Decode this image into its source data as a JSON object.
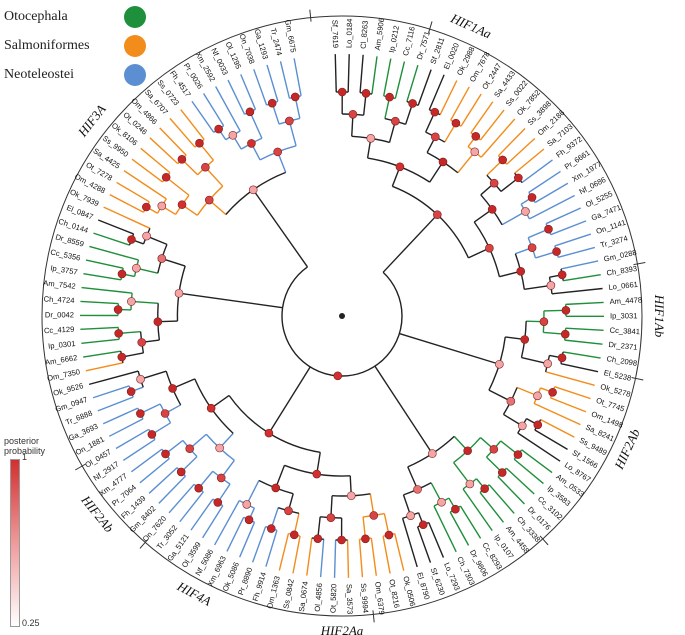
{
  "legend": {
    "items": [
      {
        "label": "Otocephala",
        "color": "#1e8f3a"
      },
      {
        "label": "Salmoniformes",
        "color": "#f28c1a"
      },
      {
        "label": "Neoteleostei",
        "color": "#5b8fd1"
      }
    ]
  },
  "scale": {
    "title_line1": "posterior",
    "title_line2": "probability",
    "max_label": "1",
    "min_label": "0.25"
  },
  "clades": [
    {
      "label": "HIF1Aa",
      "angle": -66
    },
    {
      "label": "HIF3A",
      "angle": -142
    },
    {
      "label": "HIF1Ab",
      "angle": 0
    },
    {
      "label": "HIF4A",
      "angle": 118
    },
    {
      "label": "HIF2Ab",
      "angle": 25
    },
    {
      "label": "HIF2Ab",
      "angle": 141
    },
    {
      "label": "HIF2Aa",
      "angle": 90
    }
  ],
  "tips": [
    {
      "label": "Sf_7619",
      "group": "black"
    },
    {
      "label": "Lo_0184",
      "group": "black"
    },
    {
      "label": "Cl_8263",
      "group": "black"
    },
    {
      "label": "Am_5906",
      "group": "green"
    },
    {
      "label": "Ip_0212",
      "group": "green"
    },
    {
      "label": "Cc_7116",
      "group": "green"
    },
    {
      "label": "Dr_7571",
      "group": "green"
    },
    {
      "label": "Sf_2811",
      "group": "black"
    },
    {
      "label": "El_0020",
      "group": "black"
    },
    {
      "label": "Ok_2988",
      "group": "orange"
    },
    {
      "label": "Om_7678",
      "group": "orange"
    },
    {
      "label": "Ot_2447",
      "group": "orange"
    },
    {
      "label": "Sa_4433",
      "group": "orange"
    },
    {
      "label": "Ss_0022",
      "group": "orange"
    },
    {
      "label": "Ok_7852",
      "group": "orange"
    },
    {
      "label": "Ss_3898",
      "group": "orange"
    },
    {
      "label": "Om_2186",
      "group": "orange"
    },
    {
      "label": "Sa_7103",
      "group": "orange"
    },
    {
      "label": "Fh_9372",
      "group": "blue"
    },
    {
      "label": "Pr_6661",
      "group": "blue"
    },
    {
      "label": "Xm_1977",
      "group": "blue"
    },
    {
      "label": "Nf_0686",
      "group": "blue"
    },
    {
      "label": "Ol_5255",
      "group": "blue"
    },
    {
      "label": "Ga_7471",
      "group": "blue"
    },
    {
      "label": "On_1141",
      "group": "blue"
    },
    {
      "label": "Tr_3274",
      "group": "blue"
    },
    {
      "label": "Gm_0288",
      "group": "blue"
    },
    {
      "label": "Ch_8393",
      "group": "green"
    },
    {
      "label": "Lo_0661",
      "group": "black"
    },
    {
      "label": "Am_4478",
      "group": "green"
    },
    {
      "label": "Ip_3031",
      "group": "green"
    },
    {
      "label": "Cc_3841",
      "group": "green"
    },
    {
      "label": "Dr_2371",
      "group": "green"
    },
    {
      "label": "Ch_2098",
      "group": "green"
    },
    {
      "label": "El_5238",
      "group": "black"
    },
    {
      "label": "Ok_5278",
      "group": "orange"
    },
    {
      "label": "Ot_7745",
      "group": "orange"
    },
    {
      "label": "Om_1498",
      "group": "orange"
    },
    {
      "label": "Sa_8241",
      "group": "orange"
    },
    {
      "label": "Ss_9489",
      "group": "orange"
    },
    {
      "label": "Sf_1566",
      "group": "black"
    },
    {
      "label": "Lo_8767",
      "group": "black"
    },
    {
      "label": "Am_0533",
      "group": "green"
    },
    {
      "label": "Ip_3583",
      "group": "green"
    },
    {
      "label": "Cc_3102",
      "group": "green"
    },
    {
      "label": "Dr_0176",
      "group": "green"
    },
    {
      "label": "Ch_3338",
      "group": "green"
    },
    {
      "label": "Am_4458",
      "group": "green"
    },
    {
      "label": "Ip_0107",
      "group": "green"
    },
    {
      "label": "Cc_8293",
      "group": "green"
    },
    {
      "label": "Dr_9806",
      "group": "green"
    },
    {
      "label": "Ch_7303",
      "group": "green"
    },
    {
      "label": "Lo_7293",
      "group": "black"
    },
    {
      "label": "Sf_6230",
      "group": "black"
    },
    {
      "label": "El_8790",
      "group": "black"
    },
    {
      "label": "Ok_0506",
      "group": "orange"
    },
    {
      "label": "Ot_8216",
      "group": "orange"
    },
    {
      "label": "Om_6379",
      "group": "orange"
    },
    {
      "label": "Ss_9994",
      "group": "orange"
    },
    {
      "label": "Sa_3573",
      "group": "orange"
    },
    {
      "label": "Ot_5820",
      "group": "blue"
    },
    {
      "label": "Ol_4856",
      "group": "blue"
    },
    {
      "label": "Sa_0674",
      "group": "orange"
    },
    {
      "label": "Ss_0842",
      "group": "orange"
    },
    {
      "label": "Om_1363",
      "group": "orange"
    },
    {
      "label": "Fh_9914",
      "group": "blue"
    },
    {
      "label": "Pr_8890",
      "group": "blue"
    },
    {
      "label": "Ok_5086",
      "group": "blue"
    },
    {
      "label": "Xm_6963",
      "group": "blue"
    },
    {
      "label": "Nf_5086",
      "group": "blue"
    },
    {
      "label": "Ol_3599",
      "group": "blue"
    },
    {
      "label": "Ga_5121",
      "group": "blue"
    },
    {
      "label": "Tr_3052",
      "group": "blue"
    },
    {
      "label": "On_7620",
      "group": "blue"
    },
    {
      "label": "Gm_8402",
      "group": "blue"
    },
    {
      "label": "Fh_1439",
      "group": "blue"
    },
    {
      "label": "Pr_7064",
      "group": "blue"
    },
    {
      "label": "Xm_4777",
      "group": "blue"
    },
    {
      "label": "Nf_2917",
      "group": "blue"
    },
    {
      "label": "Ol_0457",
      "group": "blue"
    },
    {
      "label": "On_1881",
      "group": "blue"
    },
    {
      "label": "Ga_3693",
      "group": "blue"
    },
    {
      "label": "Tr_6888",
      "group": "blue"
    },
    {
      "label": "Gm_0947",
      "group": "blue"
    },
    {
      "label": "Ok_9526",
      "group": "black"
    },
    {
      "label": "Om_7350",
      "group": "orange"
    },
    {
      "label": "Am_6662",
      "group": "green"
    },
    {
      "label": "Ip_0301",
      "group": "green"
    },
    {
      "label": "Cc_4129",
      "group": "green"
    },
    {
      "label": "Dr_0042",
      "group": "green"
    },
    {
      "label": "Ch_4724",
      "group": "green"
    },
    {
      "label": "Am_7542",
      "group": "green"
    },
    {
      "label": "Ip_3757",
      "group": "green"
    },
    {
      "label": "Cc_5356",
      "group": "green"
    },
    {
      "label": "Dr_8559",
      "group": "green"
    },
    {
      "label": "Ch_0144",
      "group": "green"
    },
    {
      "label": "El_0847",
      "group": "black"
    },
    {
      "label": "Ok_7939",
      "group": "orange"
    },
    {
      "label": "Om_4288",
      "group": "orange"
    },
    {
      "label": "Ot_7278",
      "group": "orange"
    },
    {
      "label": "Sa_4425",
      "group": "orange"
    },
    {
      "label": "Ss_9950",
      "group": "orange"
    },
    {
      "label": "Ok_8106",
      "group": "orange"
    },
    {
      "label": "Ot_0246",
      "group": "orange"
    },
    {
      "label": "Om_4866",
      "group": "orange"
    },
    {
      "label": "Sa_6707",
      "group": "orange"
    },
    {
      "label": "Ss_0723",
      "group": "orange"
    },
    {
      "label": "Fh_4517",
      "group": "blue"
    },
    {
      "label": "Pr_0026",
      "group": "blue"
    },
    {
      "label": "Xm_2592",
      "group": "blue"
    },
    {
      "label": "Nf_0033",
      "group": "blue"
    },
    {
      "label": "Ol_1295",
      "group": "blue"
    },
    {
      "label": "On_7038",
      "group": "blue"
    },
    {
      "label": "Ga_1293",
      "group": "blue"
    },
    {
      "label": "Tr_2474",
      "group": "blue"
    },
    {
      "label": "Gm_6675",
      "group": "blue"
    }
  ]
}
